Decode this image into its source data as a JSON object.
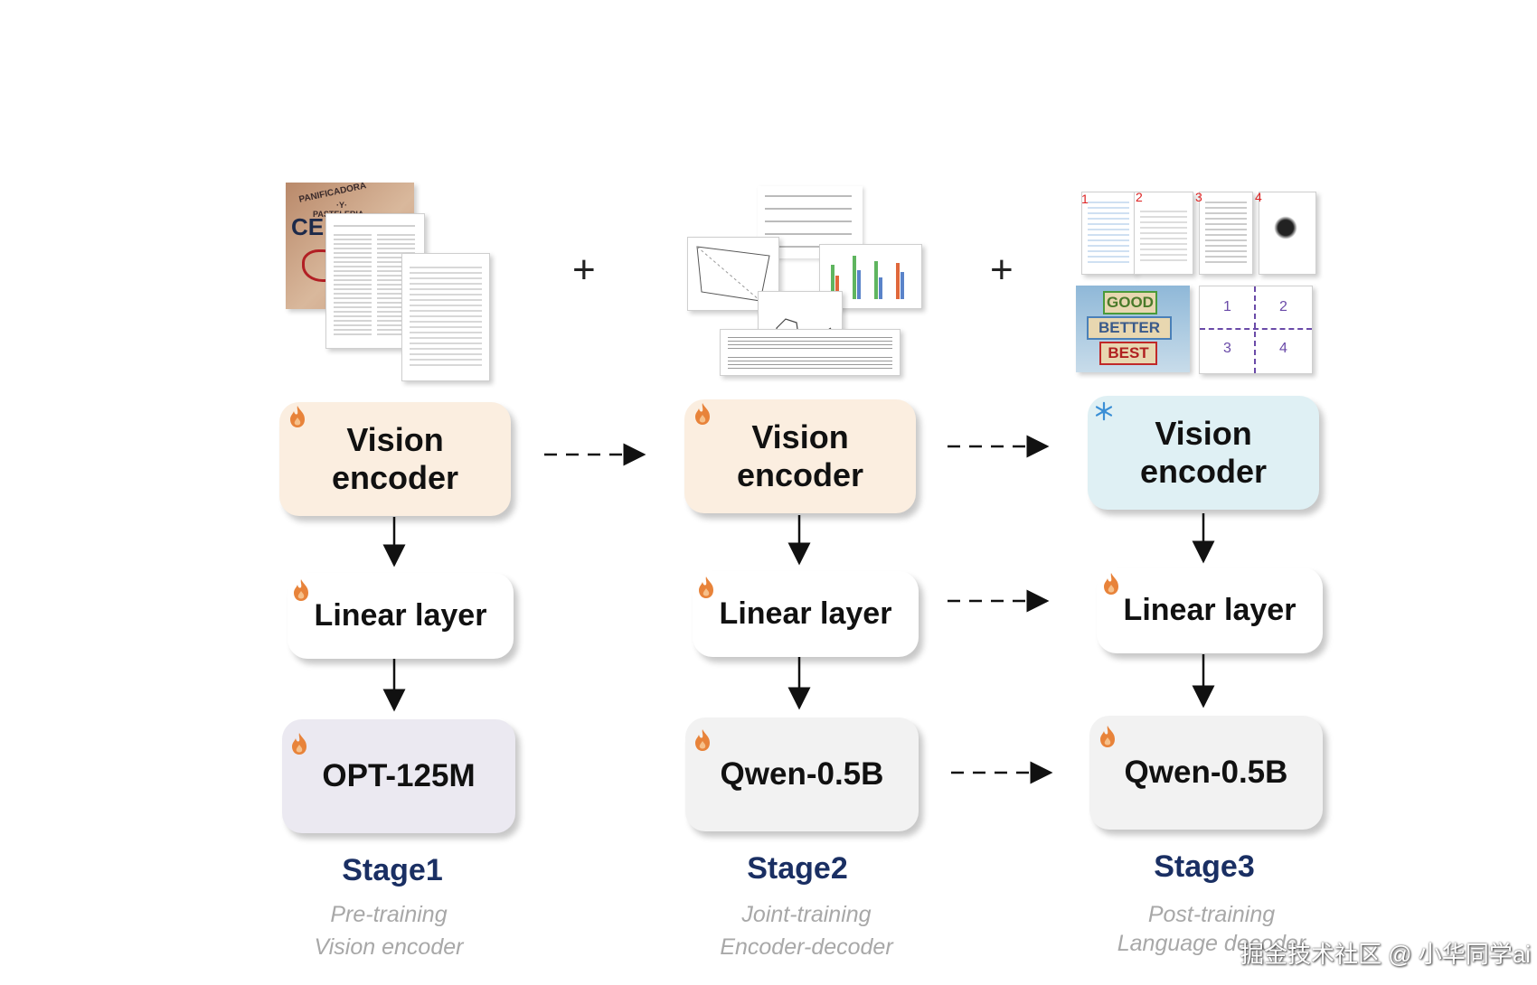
{
  "plus_symbol": "+",
  "stages": [
    {
      "encoder_label": "Vision encoder",
      "linear_label": "Linear layer",
      "decoder_label": "OPT-125M",
      "stage_title": "Stage1",
      "subtitle_line1": "Pre-training",
      "subtitle_line2": "Vision encoder",
      "encoder_icon": "flame-icon",
      "encoder_color": "#fbeee0",
      "decoder_color": "#ebe9f1"
    },
    {
      "encoder_label": "Vision encoder",
      "linear_label": "Linear layer",
      "decoder_label": "Qwen-0.5B",
      "stage_title": "Stage2",
      "subtitle_line1": "Joint-training",
      "subtitle_line2": "Encoder-decoder",
      "encoder_icon": "flame-icon",
      "encoder_color": "#fbeee0",
      "decoder_color": "#f2f2f2"
    },
    {
      "encoder_label": "Vision encoder",
      "linear_label": "Linear layer",
      "decoder_label": "Qwen-0.5B",
      "stage_title": "Stage3",
      "subtitle_line1": "Post-training",
      "subtitle_line2": "Language decoder",
      "encoder_icon": "snowflake-icon",
      "encoder_color": "#dff0f4",
      "decoder_color": "#f2f2f2"
    }
  ],
  "sample_images": {
    "stage1_poster_text": [
      "PANIFICADORA",
      "·Y·",
      "PASTELERIA",
      "CE"
    ],
    "stage3_page_numbers": [
      "1",
      "2",
      "3",
      "4"
    ],
    "stage3_sign_words": [
      "GOOD",
      "BETTER",
      "BEST"
    ],
    "stage3_grid_numbers": [
      "1",
      "2",
      "3",
      "4"
    ]
  },
  "watermark": "掘金技术社区 @ 小华同学ai",
  "colors": {
    "stage_title": "#1a2f63",
    "subtitle": "#a8a8a8",
    "flame": "#e8833a",
    "snowflake": "#3a8fd6"
  }
}
